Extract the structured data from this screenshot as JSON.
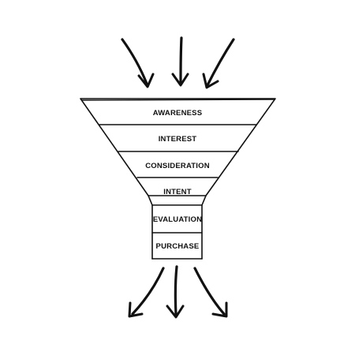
{
  "diagram": {
    "type": "funnel",
    "stages": [
      {
        "label": "AWARENESS"
      },
      {
        "label": "INTEREST"
      },
      {
        "label": "CONSIDERATION"
      },
      {
        "label": "INTENT"
      },
      {
        "label": "EVALUATION"
      },
      {
        "label": "PURCHASE"
      }
    ],
    "incoming_arrow_count": 3,
    "outgoing_arrow_count": 3,
    "colors": {
      "ink": "#111111",
      "background": "#ffffff"
    }
  }
}
